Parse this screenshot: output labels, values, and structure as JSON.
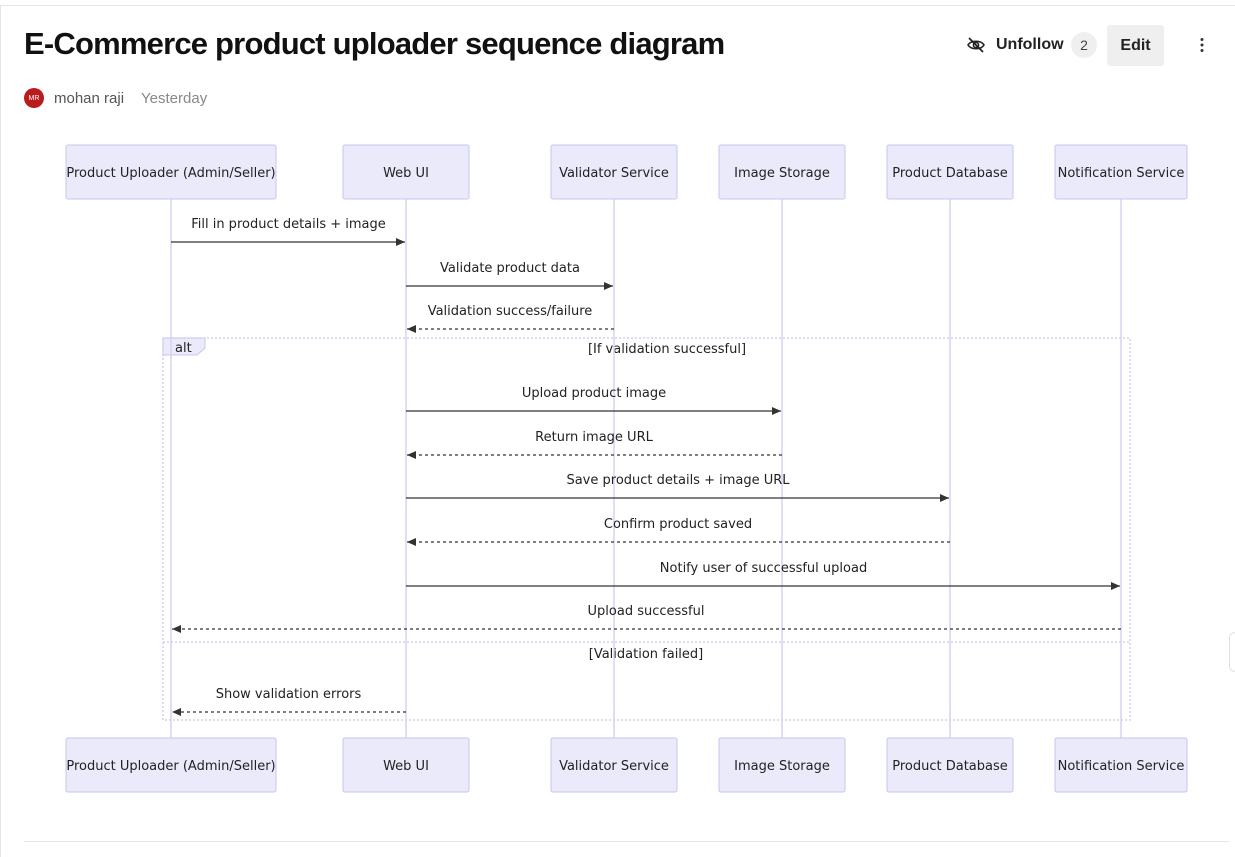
{
  "page": {
    "title": "E-Commerce product uploader sequence diagram",
    "author": "mohan raji",
    "author_initials": "MR",
    "timestamp": "Yesterday"
  },
  "toolbar": {
    "unfollow_label": "Unfollow",
    "follower_count": "2",
    "edit_label": "Edit",
    "unfollow_icon": "eye-off-icon",
    "more_icon": "vertical-ellipsis-icon"
  },
  "colors": {
    "participant_fill": "#eaeafa",
    "participant_border": "#c6c6f0",
    "lifeline": "#d6d2f2",
    "arrow": "#333333",
    "avatar": "#b91c1c"
  },
  "diagram": {
    "participants": [
      "Product Uploader (Admin/Seller)",
      "Web UI",
      "Validator Service",
      "Image Storage",
      "Product Database",
      "Notification Service"
    ],
    "messages": [
      {
        "from": 0,
        "to": 1,
        "label": "Fill in product details + image",
        "dashed": false
      },
      {
        "from": 1,
        "to": 2,
        "label": "Validate product data",
        "dashed": false
      },
      {
        "from": 2,
        "to": 1,
        "label": "Validation success/failure",
        "dashed": true
      },
      {
        "from": 1,
        "to": 3,
        "label": "Upload product image",
        "dashed": false
      },
      {
        "from": 3,
        "to": 1,
        "label": "Return image URL",
        "dashed": true
      },
      {
        "from": 1,
        "to": 4,
        "label": "Save product details + image URL",
        "dashed": false
      },
      {
        "from": 4,
        "to": 1,
        "label": "Confirm product saved",
        "dashed": true
      },
      {
        "from": 1,
        "to": 5,
        "label": "Notify user of successful upload",
        "dashed": false
      },
      {
        "from": 5,
        "to": 0,
        "label": "Upload successful",
        "dashed": true
      },
      {
        "from": 1,
        "to": 0,
        "label": "Show validation errors",
        "dashed": true
      }
    ],
    "alt_block": {
      "keyword": "alt",
      "condition": "[If validation successful]",
      "else_condition": "[Validation failed]"
    }
  }
}
